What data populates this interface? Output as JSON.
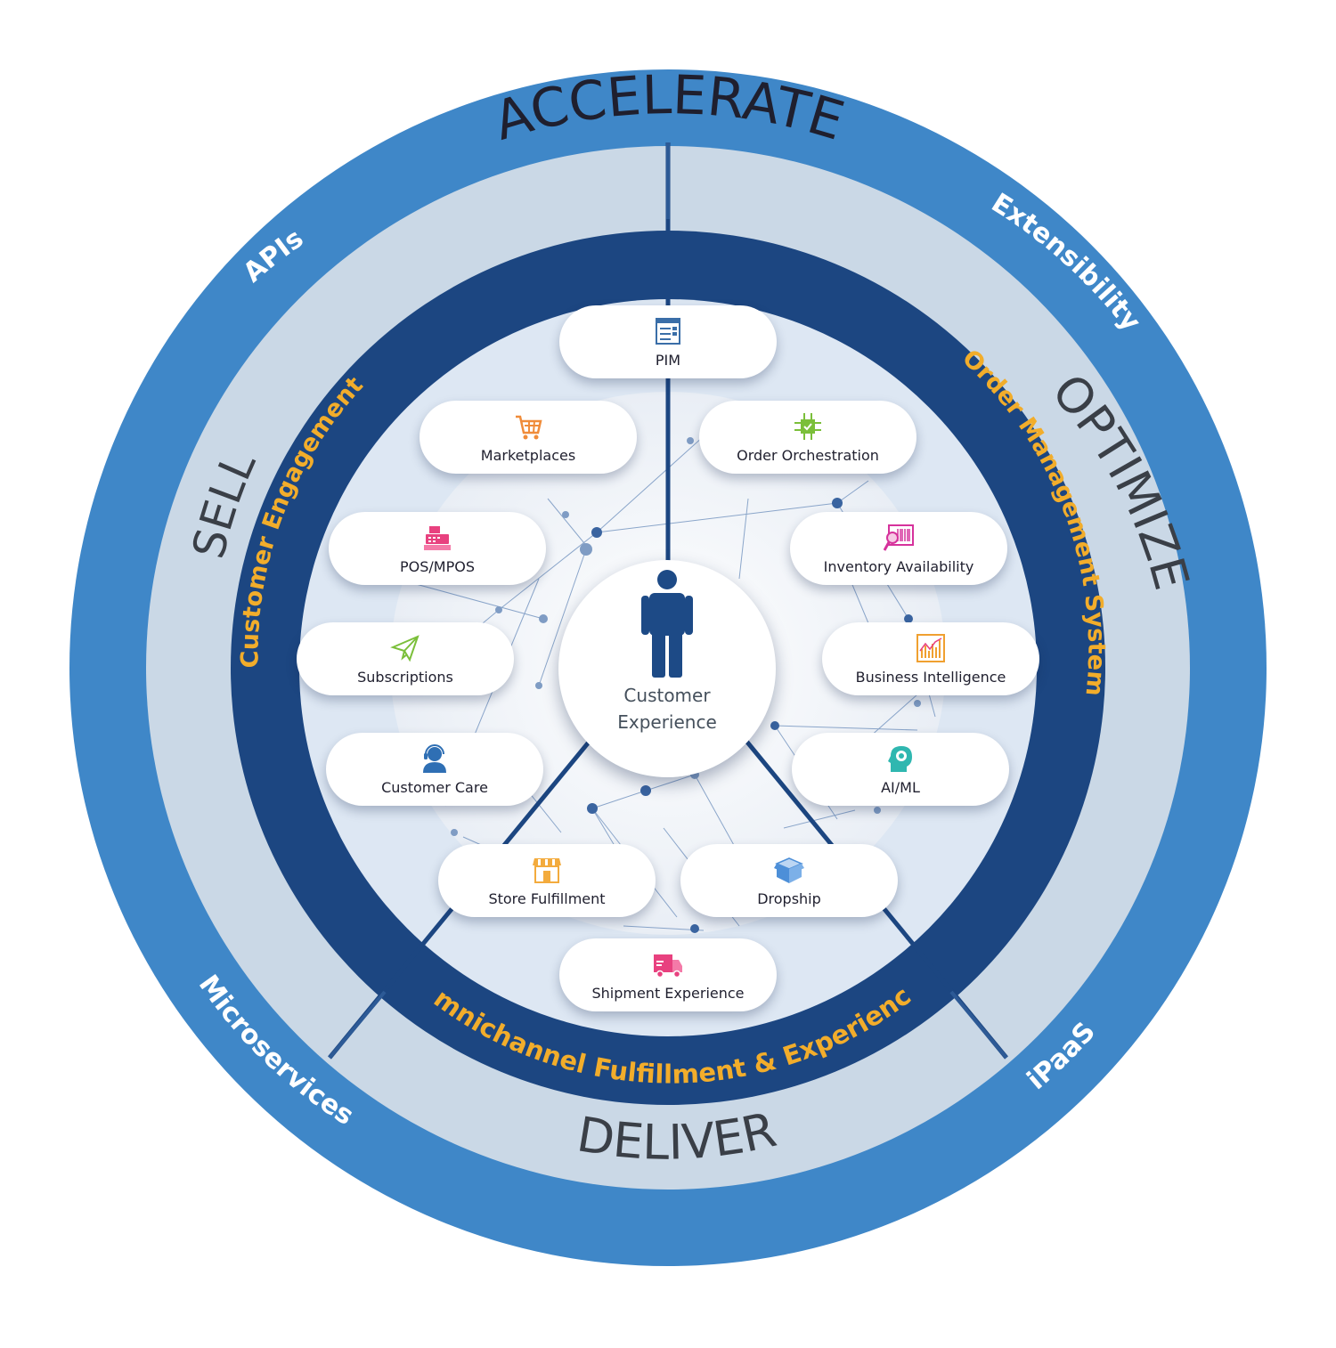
{
  "ring_outer": {
    "top_label": "ACCELERATE",
    "labels": {
      "apis": "APIs",
      "extensibility": "Extensibility",
      "microservices": "Microservices",
      "ipaas": "iPaaS"
    }
  },
  "ring_mid": {
    "sell": "SELL",
    "optimize": "OPTIMIZE",
    "deliver": "DELIVER"
  },
  "ring_inner": {
    "customer_engagement": "Customer Engagement",
    "order_management": "Order Management System",
    "omnichannel": "Omnichannel Fulfillment & Experience"
  },
  "center": {
    "line1": "Customer",
    "line2": "Experience",
    "icon": "person-icon"
  },
  "modules": [
    {
      "label": "PIM",
      "icon": "pim-icon",
      "color": "#3a6ea8"
    },
    {
      "label": "Marketplaces",
      "icon": "cart-icon",
      "color": "#f08c3a"
    },
    {
      "label": "Order Orchestration",
      "icon": "chip-icon",
      "color": "#7bbf3a"
    },
    {
      "label": "POS/MPOS",
      "icon": "register-icon",
      "color": "#e8417f"
    },
    {
      "label": "Inventory Availability",
      "icon": "barcode-search-icon",
      "color": "#d6329c"
    },
    {
      "label": "Subscriptions",
      "icon": "paper-plane-icon",
      "color": "#7bbf3a"
    },
    {
      "label": "Business Intelligence",
      "icon": "chart-icon",
      "color": "#f0a030"
    },
    {
      "label": "Customer Care",
      "icon": "headset-icon",
      "color": "#2f6fb4"
    },
    {
      "label": "AI/ML",
      "icon": "ai-head-icon",
      "color": "#2fb7b0"
    },
    {
      "label": "Store Fulfillment",
      "icon": "store-icon",
      "color": "#f3ab3d"
    },
    {
      "label": "Dropship",
      "icon": "box-icon",
      "color": "#4d8fd8"
    },
    {
      "label": "Shipment Experience",
      "icon": "truck-icon",
      "color": "#e8417f"
    }
  ],
  "colors": {
    "outer_ring": "#3f87c8",
    "mid_ring": "#cad8e6",
    "inner_ring": "#1c4681",
    "inner_fill": "#dde7f3",
    "accent_text": "#f2ad2b",
    "dark_text": "#1f1f2e"
  }
}
